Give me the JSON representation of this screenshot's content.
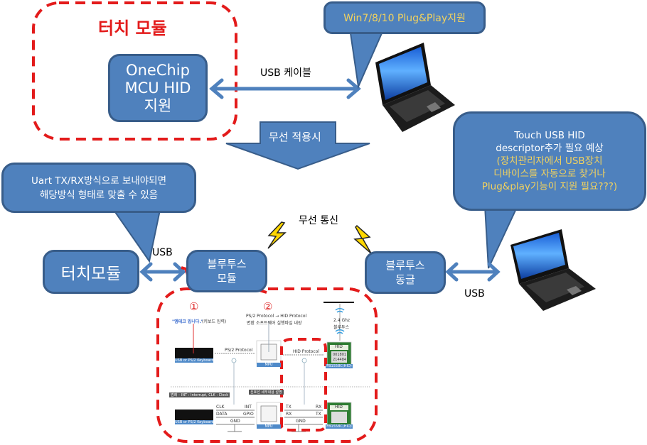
{
  "diagram": {
    "top_section": {
      "group_title": "터치 모듈",
      "mcu_box": [
        "OneChip",
        "MCU HID",
        "지원"
      ],
      "usb_cable_label": "USB 케이블",
      "pc_callout": "Win7/8/10 Plug&Play지원"
    },
    "transition_arrow_label": "무선 적용시",
    "bottom_section": {
      "uart_callout": [
        "Uart TX/RX방식으로 보내야되면",
        "해당방식 형태로 맞출 수 있음"
      ],
      "touch_module_box": "터치모듈",
      "usb_left_label": "USB",
      "bt_module_box": [
        "블루투스",
        "모듈"
      ],
      "wireless_label": "무선 통신",
      "bt_dongle_box": [
        "블루투스",
        "동글"
      ],
      "usb_right_label": "USB",
      "hid_callout": {
        "lines_white": [
          "Touch USB HID",
          "descriptor추가 필요 예상"
        ],
        "lines_yellow": [
          "(장치관리자에서 USB장치",
          "디바이스를 자동으로 찾거나",
          "Plug&play기능이 지원 필요???)"
        ]
      }
    },
    "schematic": {
      "marker_1": "①",
      "marker_2": "②",
      "keyboard_quote": "\"엠테크 입니다.\"",
      "keyboard_note": "(키보드 입력)",
      "ps2_to_hid_line1": "PS/2 Protocol → HID Protocol",
      "ps2_to_hid_line2": "변환 소프트웨어 실행파일 내장",
      "ps2_protocol": "PS/2 Protocol",
      "hid_protocol": "HID Protocol",
      "bt_freq": "2.4 Ghz",
      "bt_label": "블루투스",
      "keyboard_label": "USB or PS/2 Keyboard",
      "mpu_label": "MPU",
      "module_label": "FB1558C(HID)",
      "module_chip_top": "HID",
      "module_chip_l1": "001801",
      "module_chip_l2": "214484",
      "legend": "범례 – INT : Interrupt,  CLK : Clock",
      "detail_label": "신호선 세부내용 설명",
      "pins_left": [
        "CLK",
        "DATA",
        "GND"
      ],
      "pins_mpu": [
        "INT",
        "GPIO"
      ],
      "pins_uart_left": [
        "TX",
        "RX",
        "GND"
      ],
      "pins_uart_right": [
        "RX",
        "TX"
      ]
    },
    "colors": {
      "box_fill": "#4f81bd",
      "box_border": "#385d8a",
      "dashed_red": "#e31b1b",
      "title_red": "#e31b1b",
      "callout_yellow_text": "#f2d25e",
      "lightning": "#ffd700"
    }
  }
}
